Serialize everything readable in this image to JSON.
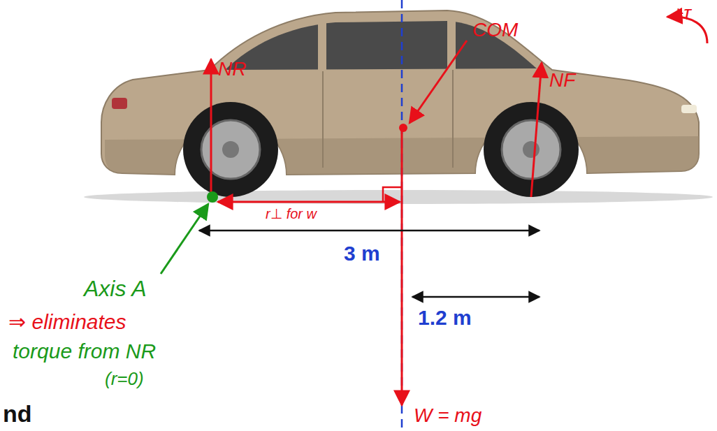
{
  "diagram": {
    "labels": [
      "+τ",
      "COM",
      "NR",
      "NF",
      "r⊥ for w",
      "3 m",
      "1.2 m",
      "Axis A",
      "⇒ eliminates",
      "torque from NR",
      "(r=0)",
      "W = mg",
      "nd"
    ]
  }
}
